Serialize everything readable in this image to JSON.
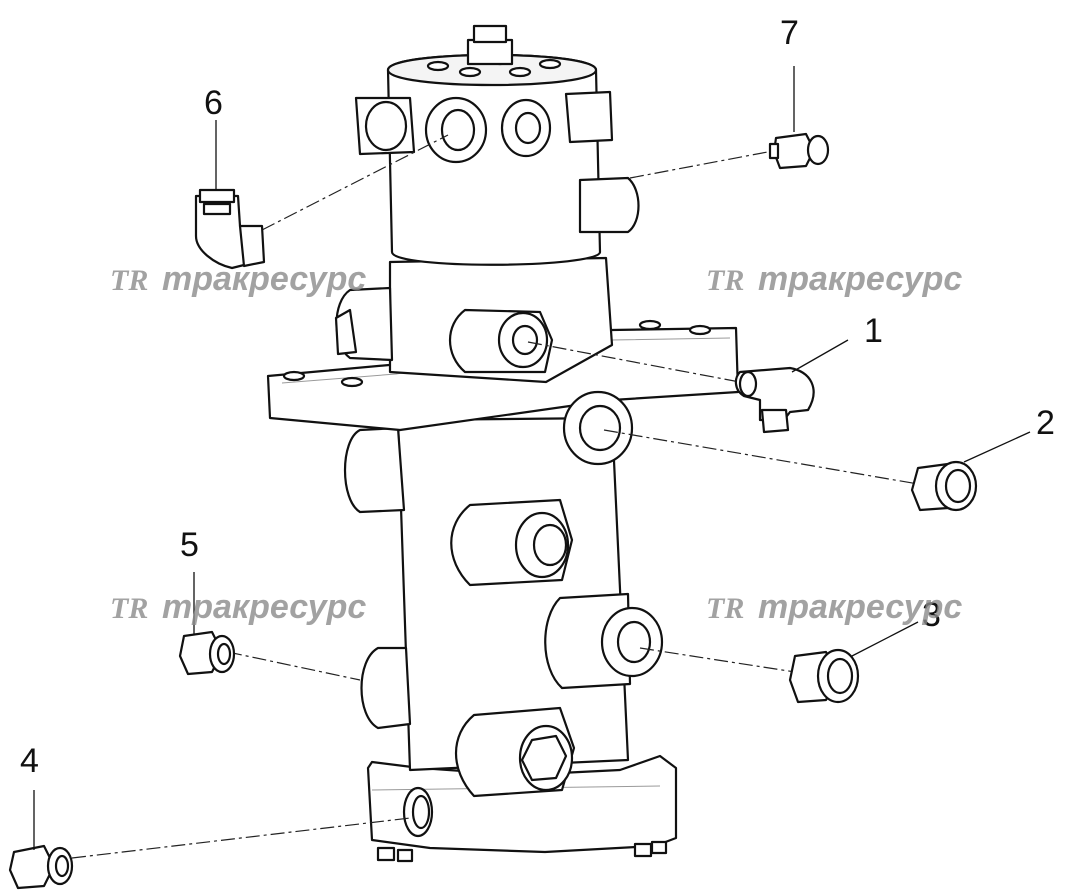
{
  "watermark": {
    "logo": "TR",
    "text": "тракресурс"
  },
  "callouts": [
    {
      "id": "1",
      "label": "1"
    },
    {
      "id": "2",
      "label": "2"
    },
    {
      "id": "3",
      "label": "3"
    },
    {
      "id": "4",
      "label": "4"
    },
    {
      "id": "5",
      "label": "5"
    },
    {
      "id": "6",
      "label": "6"
    },
    {
      "id": "7",
      "label": "7"
    }
  ]
}
